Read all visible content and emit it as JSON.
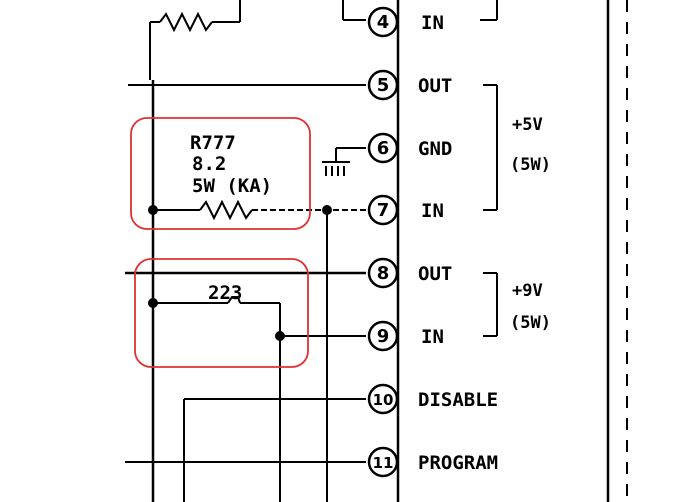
{
  "pins": [
    {
      "number": "4",
      "label": "IN"
    },
    {
      "number": "5",
      "label": "OUT"
    },
    {
      "number": "6",
      "label": "GND"
    },
    {
      "number": "7",
      "label": "IN"
    },
    {
      "number": "8",
      "label": "OUT"
    },
    {
      "number": "9",
      "label": "IN"
    },
    {
      "number": "10",
      "label": "DISABLE"
    },
    {
      "number": "11",
      "label": "PROGRAM"
    }
  ],
  "rails": [
    {
      "voltage": "+5V",
      "current": "(5W)"
    },
    {
      "voltage": "+9V",
      "current": "(5W)"
    }
  ],
  "resistor_r777": {
    "ref": "R777",
    "value": "8.2",
    "rating": "5W (KA)"
  },
  "resistor_223": {
    "ref": "223"
  },
  "highlight_color": "#e03030"
}
